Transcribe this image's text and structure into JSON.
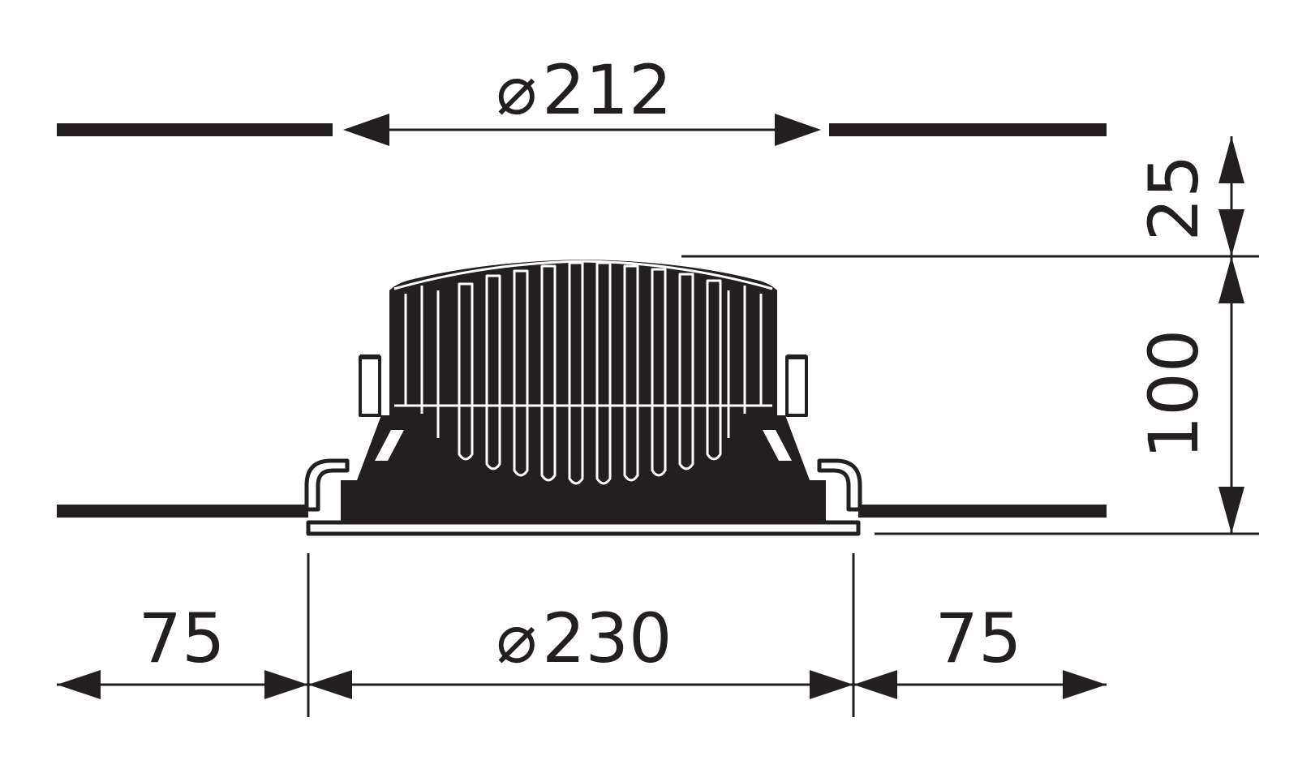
{
  "drawing": {
    "colors": {
      "ink": "#231f20",
      "paper": "#ffffff"
    },
    "dimensions": {
      "cutout_diameter": {
        "symbol": "⌀",
        "value": "212"
      },
      "outer_diameter": {
        "symbol": "⌀",
        "value": "230"
      },
      "left_clearance": {
        "value": "75"
      },
      "right_clearance": {
        "value": "75"
      },
      "height_above_ceiling": {
        "value": "25"
      },
      "recessed_depth": {
        "value": "100"
      }
    }
  }
}
